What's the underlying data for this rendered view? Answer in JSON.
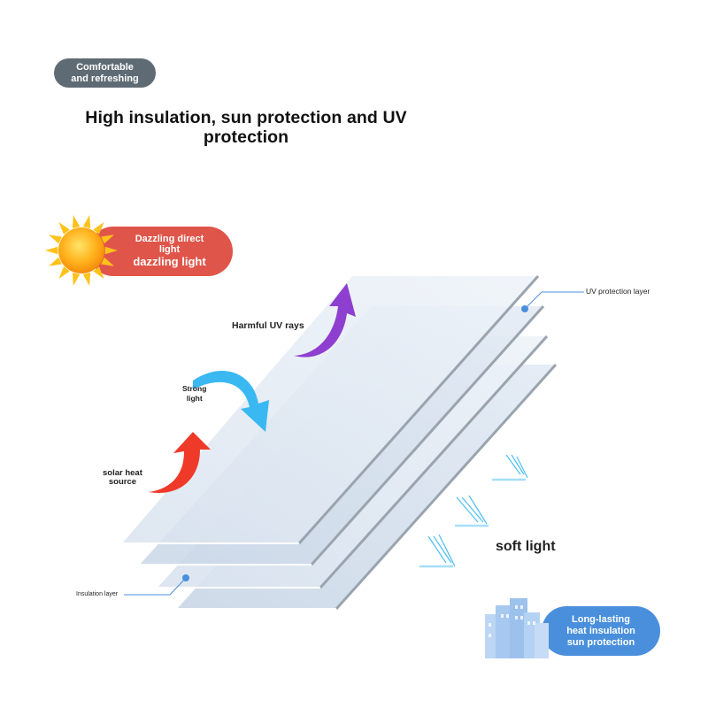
{
  "badge": {
    "line1": "Comfortable",
    "line2": "and refreshing"
  },
  "title": {
    "line1": "High insulation, sun protection and UV",
    "line2": "protection"
  },
  "sun_pill": {
    "line1": "Dazzling direct",
    "line2": "light",
    "line3": "dazzling light"
  },
  "labels": {
    "uv_rays": "Harmful UV rays",
    "strong_line1": "Strong",
    "strong_line2": "light",
    "solar_line1": "solar heat",
    "solar_line2": "source",
    "uv_layer": "UV protection layer",
    "insulation_layer": "Insulation layer",
    "soft_light": "soft light"
  },
  "bottom_pill": {
    "line1": "Long-lasting",
    "line2": "heat insulation",
    "line3": "sun protection"
  },
  "colors": {
    "badge": "#5f6b74",
    "sun_pill": "#e0554a",
    "bottom_pill": "#4a8fdc",
    "uv_arrow": "#8e3fd0",
    "light_arrow": "#3ab8f2",
    "heat_arrow": "#ef3a2a"
  },
  "icons": [
    "sun-icon",
    "uv-arrow-icon",
    "strong-light-arrow-icon",
    "heat-arrow-icon",
    "soft-light-ray-icon",
    "city-buildings-icon"
  ]
}
